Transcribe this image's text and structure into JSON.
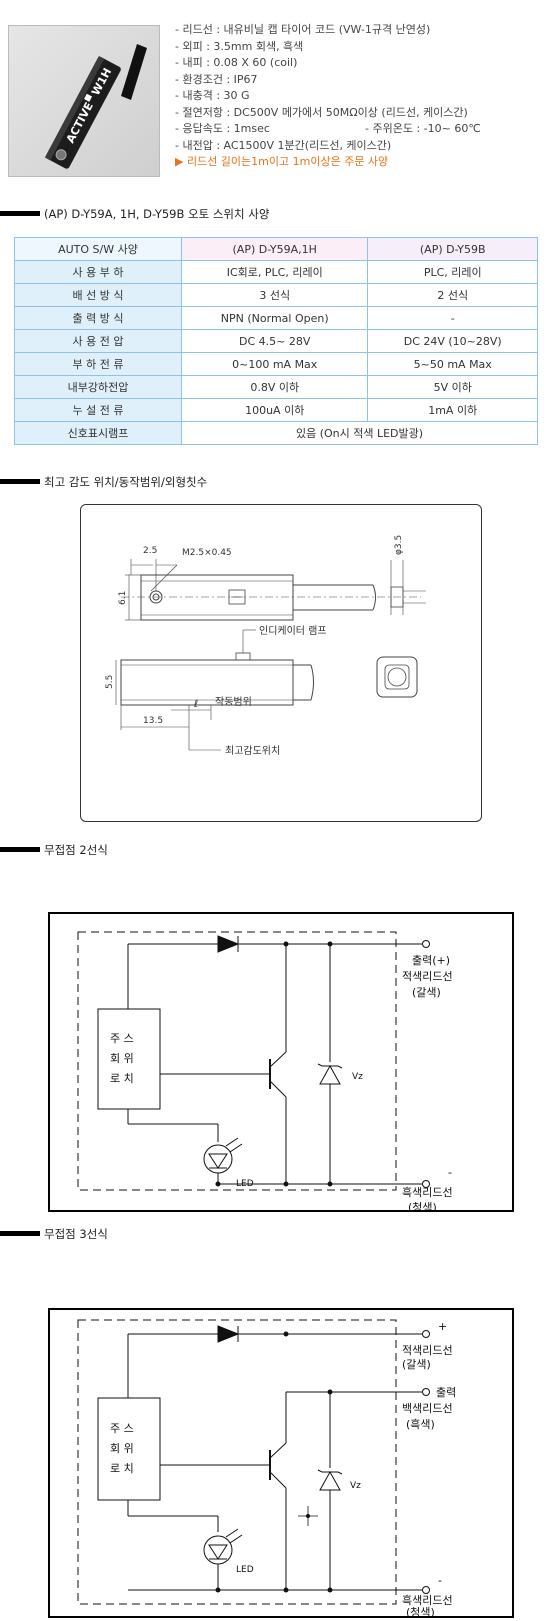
{
  "specs": {
    "lead_wire": "- 리드선 : 내유비닐 캡 타이어 코드 (VW-1규격 난연성)",
    "outer_sheath": "- 외피 : 3.5mm 회색, 흑색",
    "inner_sheath": "- 내피 : 0.08 X 60 (coil)",
    "environment": "- 환경조건 : IP67",
    "shock": "- 내충격 : 30 G",
    "insulation": "- 절연저항 : DC500V 메가에서 50MΩ이상 (리드선, 케이스간)",
    "response": "- 응답속도 : 1msec",
    "ambient_temp": "- 주위온도 : -10~ 60℃",
    "withstand_voltage": "- 내전압 : AC1500V 1분간(리드선, 케이스간)",
    "note": "▶ 리드선 길이는1m이고 1m이상은 주문 사양"
  },
  "photo": {
    "label": "ACTIVE",
    "model": "W1H"
  },
  "sections": {
    "table_title": "(AP) D-Y59A, 1H, D-Y59B 오토 스위치 사양",
    "dim_title": "최고 감도 위치/동작범위/외형칫수",
    "two_wire_title": "무접점 2선식",
    "three_wire_title": "무접점 3선식"
  },
  "table": {
    "header": [
      "AUTO S/W 사양",
      "(AP) D-Y59A,1H",
      "(AP) D-Y59B"
    ],
    "rows": [
      [
        "사 용 부 하",
        "IC회로, PLC, 리레이",
        "PLC, 리레이"
      ],
      [
        "배 선 방 식",
        "3 선식",
        "2 선식"
      ],
      [
        "출 력 방 식",
        "NPN (Normal Open)",
        "-"
      ],
      [
        "사 용 전 압",
        "DC 4.5~ 28V",
        "DC 24V (10~28V)"
      ],
      [
        "부 하 전 류",
        "0~100 mA Max",
        "5~50 mA Max"
      ],
      [
        "내부강하전압",
        "0.8V 이하",
        "5V 이하"
      ],
      [
        "누 설 전 류",
        "100uA 이하",
        "1mA 이하"
      ]
    ],
    "last_row": [
      "신호표시램프",
      "있음 (On시 적색 LED발광)"
    ]
  },
  "dimension": {
    "dim_2_5": "2.5",
    "thread": "M2.5×0.45",
    "dim_6_1": "6.1",
    "dim_phi": "φ3.5",
    "indicator": "인디케이터 램프",
    "dim_5_5": "5.5",
    "dim_13_5": "13.5",
    "ell": "ℓ",
    "operating_range": "작동범위",
    "max_sensitivity": "최고감도위치"
  },
  "circuit2": {
    "main_circuit": [
      "주 스",
      "회 위",
      "로 치"
    ],
    "led": "LED",
    "vz": "Vz",
    "out_label": "출력(+)",
    "red_lead": "적색리드선",
    "red_lead_sub": "(갈색)",
    "minus": "-",
    "black_lead": "흑색리드선",
    "black_lead_sub": "(청색)"
  },
  "circuit3": {
    "main_circuit": [
      "주 스",
      "회 위",
      "로 치"
    ],
    "led": "LED",
    "vz": "Vz",
    "plus": "+",
    "red_lead": "적색리드선",
    "red_lead_sub": "(갈색)",
    "out_label": "출력",
    "white_lead": "백색리드선",
    "white_lead_sub": "(흑색)",
    "minus": "-",
    "black_lead": "흑색리드선",
    "black_lead_sub": "(청색)"
  },
  "colors": {
    "table_border": "#8cc3e6",
    "label_bg": "#dff0fb",
    "note": "#e8731b"
  }
}
